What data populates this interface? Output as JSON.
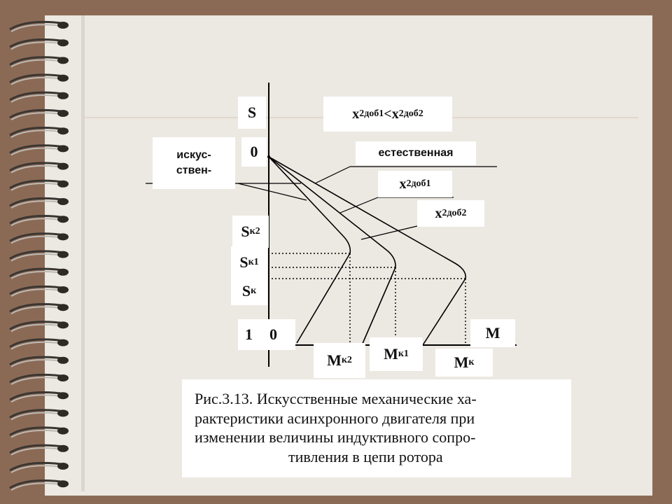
{
  "labels": {
    "s_axis": "S",
    "zero_top": "0",
    "art_line1": "искус-",
    "art_line2": "ствен-",
    "relation": {
      "a": "x",
      "a_sub": "2доб1",
      "op": "<",
      "b": "x",
      "b_sub": "2доб2"
    },
    "natural": "естественная",
    "x1": {
      "base": "x",
      "sub": "2доб1"
    },
    "x2": {
      "base": "x",
      "sub": "2доб2"
    },
    "sk2": {
      "base": "S",
      "sub": "к2"
    },
    "sk1": {
      "base": "S",
      "sub": "к1"
    },
    "sk": {
      "base": "S",
      "sub": "к"
    },
    "one": "1",
    "zero_bottom": "0",
    "m_axis": "M",
    "mk2": {
      "base": "М",
      "sub": "к2"
    },
    "mk1": {
      "base": "М",
      "sub": "к1"
    },
    "mk": {
      "base": "М",
      "sub": "к"
    }
  },
  "caption": [
    "Рис.3.13. Искусственные механические ха-",
    "рактеристики асинхронного двигателя при",
    "изменении величины индуктивного  сопро-",
    "тивления в цепи ротора"
  ],
  "colors": {
    "background": "#8b6a55",
    "paper": "#ece8e2",
    "ink": "#000000"
  }
}
